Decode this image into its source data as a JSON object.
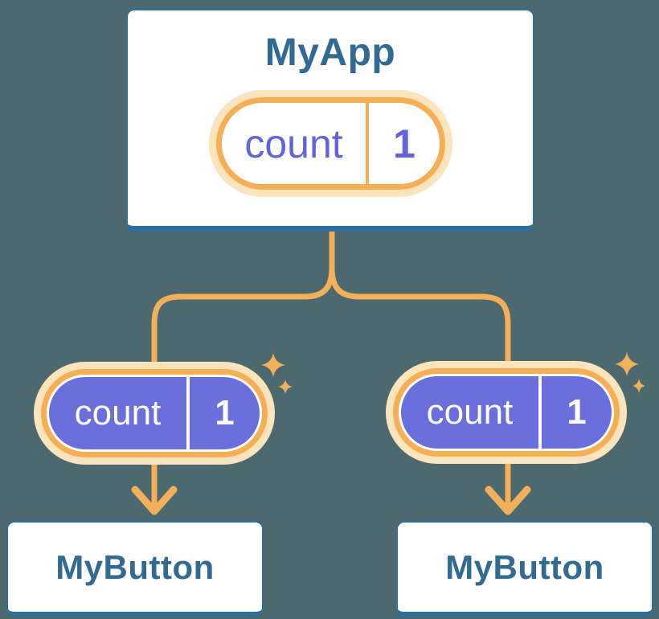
{
  "palette": {
    "background": "#4d6970",
    "card-bg": "#ffffff",
    "card-border": "#2e6f9f",
    "title-text": "#316b92",
    "accent-orange": "#f3b058",
    "pill-border-orange": "#f7af55",
    "pill-glow": "#fce4bc",
    "state-purple": "#6a6fdb",
    "state-text-purple": "#6165d9",
    "state-text-light": "#ffffff"
  },
  "tree": {
    "root": {
      "title": "MyApp",
      "state": {
        "name": "count",
        "value": "1"
      }
    },
    "children": [
      {
        "title": "MyButton",
        "state": {
          "name": "count",
          "value": "1"
        }
      },
      {
        "title": "MyButton",
        "state": {
          "name": "count",
          "value": "1"
        }
      }
    ]
  }
}
